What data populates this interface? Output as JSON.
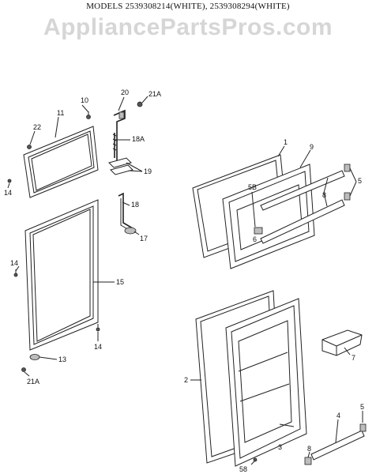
{
  "header": {
    "models_line": "MODELS 2539308214(WHITE), 2539308294(WHITE)",
    "watermark": "AppliancePartsPros.com"
  },
  "callouts": {
    "c10": "10",
    "c20": "20",
    "c21a_top": "21A",
    "c11": "11",
    "c22": "22",
    "c18a": "18A",
    "c19": "19",
    "c14_a": "14",
    "c18": "18",
    "c17": "17",
    "c14_b": "14",
    "c15": "15",
    "c14_c": "14",
    "c13": "13",
    "c21a_bot": "21A",
    "c1": "1",
    "c9": "9",
    "c5b": "5B",
    "c6": "6",
    "c8": "8",
    "c5_top": "5",
    "c2": "2",
    "c7": "7",
    "c3": "3",
    "c5_bot": "5",
    "c4": "4",
    "c8_bot": "8",
    "c58": "58"
  }
}
